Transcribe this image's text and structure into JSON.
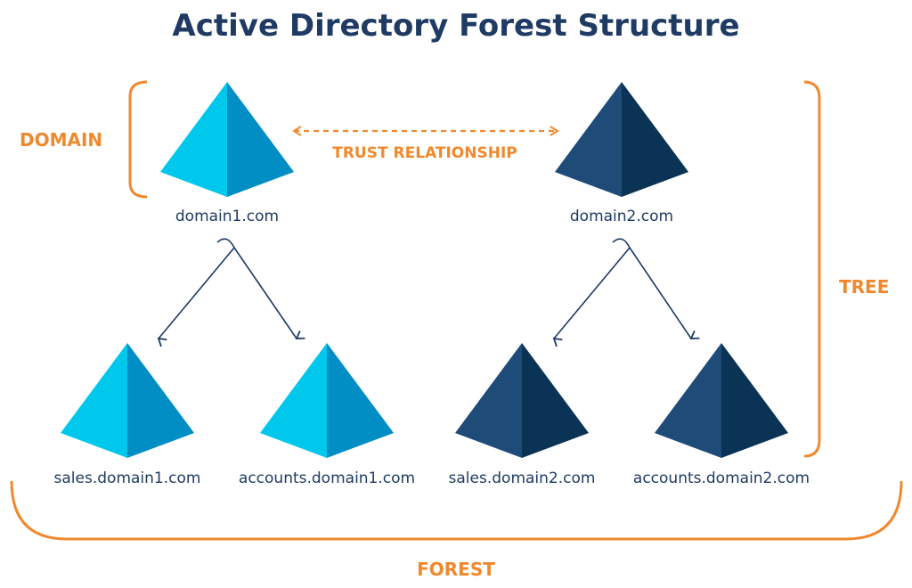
{
  "title": "Active Directory Forest Structure",
  "labels": {
    "domain": "DOMAIN",
    "trust": "TRUST RELATIONSHIP",
    "tree": "TREE",
    "forest": "FOREST"
  },
  "domains": {
    "d1": "domain1.com",
    "d2": "domain2.com",
    "d1_sales": "sales.domain1.com",
    "d1_accounts": "accounts.domain1.com",
    "d2_sales": "sales.domain2.com",
    "d2_accounts": "accounts.domain2.com"
  },
  "colors": {
    "title": "#1f3b63",
    "accent_orange": "#f0892e",
    "tree1_light": "#00c8ec",
    "tree1_dark": "#008ec4",
    "tree2_light": "#1f4b78",
    "tree2_dark": "#0b3355",
    "connector": "#1f3b63"
  }
}
